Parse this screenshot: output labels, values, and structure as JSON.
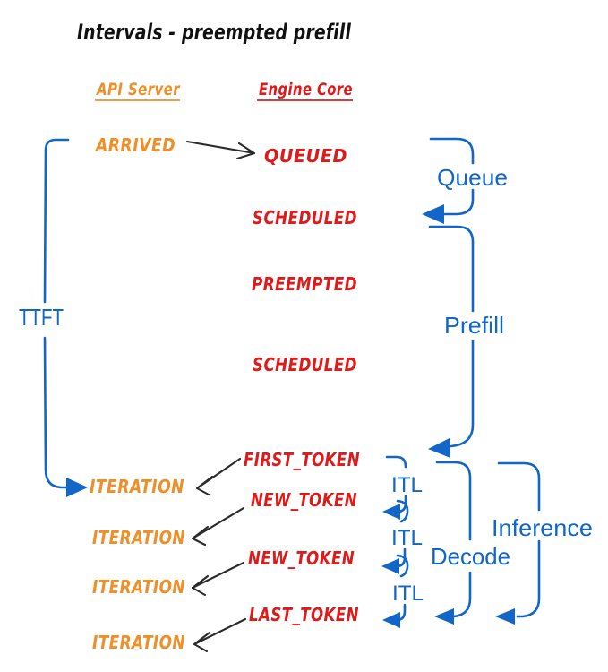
{
  "title": "Intervals - preempted prefill",
  "columns": {
    "api": "API Server",
    "engine": "Engine Core"
  },
  "api_events": {
    "arrived": "ARRIVED",
    "iteration1": "ITERATION",
    "iteration2": "ITERATION",
    "iteration3": "ITERATION",
    "iteration4": "ITERATION"
  },
  "engine_events": {
    "queued": "QUEUED",
    "scheduled1": "SCHEDULED",
    "preempted": "PREEMPTED",
    "scheduled2": "SCHEDULED",
    "first_token": "FIRST_TOKEN",
    "new_token1": "NEW_TOKEN",
    "new_token2": "NEW_TOKEN",
    "last_token": "LAST_TOKEN"
  },
  "intervals": {
    "ttft": "TTFT",
    "queue": "Queue",
    "prefill": "Prefill",
    "itl1": "ITL",
    "itl2": "ITL",
    "itl3": "ITL",
    "decode": "Decode",
    "inference": "Inference"
  },
  "colors": {
    "api_orange": "#EE8F28",
    "engine_red": "#DE1B1B",
    "interval_blue": "#1166C8",
    "arrow_black": "#2B2B2B",
    "background": "#FFFFFF"
  }
}
